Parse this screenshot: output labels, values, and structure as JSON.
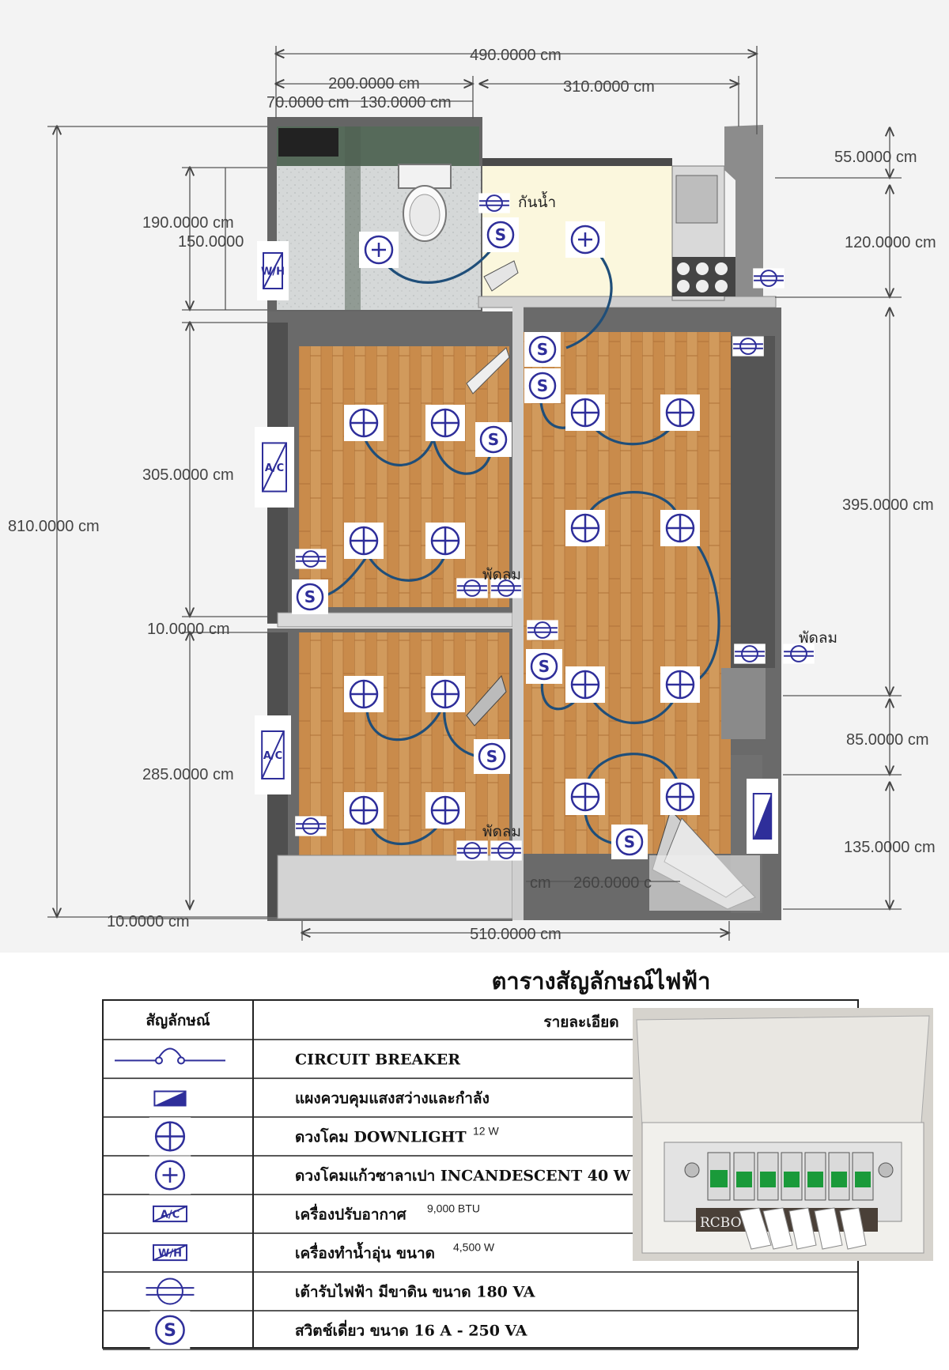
{
  "dimensions": {
    "top_total": "490.0000 cm",
    "top_left": "200.0000 cm",
    "top_right": "310.0000 cm",
    "top_sub_a": "70.0000 cm",
    "top_sub_b": "130.0000 cm",
    "left_total": "810.0000 cm",
    "left_bath": "190.0000 cm",
    "left_bath_inner": "150.0000",
    "left_room1": "305.0000 cm",
    "left_wall_mid": "10.0000 cm",
    "left_room2": "285.0000 cm",
    "left_wall_bottom": "10.0000 cm",
    "right_top": "55.0000 cm",
    "right_kitchen": "120.0000 cm",
    "right_living": "395.0000 cm",
    "right_mid": "85.0000 cm",
    "right_bottom": "135.0000 cm",
    "bottom_total": "510.0000 cm",
    "bottom_inner": "260.0000 c",
    "bottom_inner_prefix": "cm"
  },
  "labels": {
    "waterproof": "กันน้ำ",
    "fan_a": "พัดลม",
    "fan_b": "พัดลม",
    "fan_c": "พัดลม",
    "switch_letter": "S",
    "ac_symbol": "A/C",
    "wh_symbol": "W/H",
    "panel_brand": "RCBO"
  },
  "legend": {
    "title": "ตารางสัญลักษณ์ไฟฟ้า",
    "header_symbol": "สัญลักษณ์",
    "header_detail": "รายละเอียด",
    "rows": [
      {
        "icon": "circuit-breaker-icon",
        "text": "CIRCUIT BREAKER",
        "note": ""
      },
      {
        "icon": "distribution-panel-icon",
        "text": "แผงควบคุมแสงสว่างและกำลัง",
        "note": ""
      },
      {
        "icon": "downlight-icon",
        "text": "ดวงโคม DOWNLIGHT",
        "note": "12 W"
      },
      {
        "icon": "incandescent-icon",
        "text": "ดวงโคมแก้วซาลาเปา  INCANDESCENT 40 W",
        "note": ""
      },
      {
        "icon": "air-conditioner-icon",
        "text": "เครื่องปรับอากาศ",
        "note": "9,000 BTU"
      },
      {
        "icon": "water-heater-icon",
        "text": "เครื่องทำน้ำอุ่น ขนาด",
        "note": "4,500 W"
      },
      {
        "icon": "grounded-outlet-icon",
        "text": "เต้ารับไฟฟ้า มีขาดิน ขนาด 180 VA",
        "note": ""
      },
      {
        "icon": "single-switch-icon",
        "text": "สวิตช์เดี่ยว ขนาด 16 A - 250 VA",
        "note": ""
      }
    ]
  },
  "colors": {
    "symbol": "#2e2e9a",
    "wire": "#1f4e79",
    "wall": "#6e6e6e",
    "floor_wood": "#c68a4c",
    "bath_tile": "#d4d7d7",
    "kitchen_floor": "#fbf7dd"
  }
}
